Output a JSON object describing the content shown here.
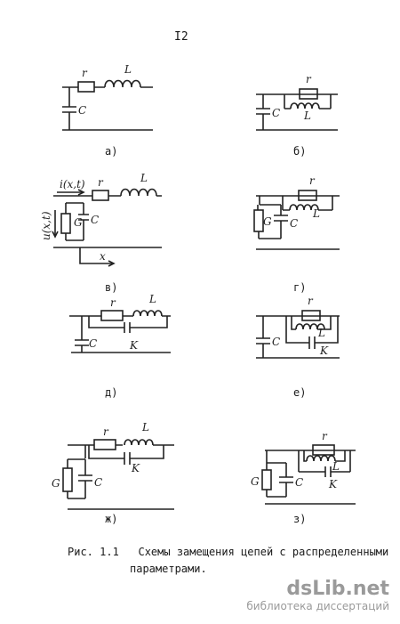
{
  "page_number": "I2",
  "labels": {
    "r": "r",
    "L": "L",
    "C": "C",
    "G": "G",
    "K": "K",
    "i_label": "i(x,t)",
    "u_label": "u(x,t)",
    "x_label": "x"
  },
  "sublabels": [
    "а)",
    "б)",
    "в)",
    "г)",
    "д)",
    "е)",
    "ж)",
    "з)"
  ],
  "caption": {
    "prefix": "Рис. 1.1",
    "line1": "Схемы замещения цепей с распределенными",
    "line2": "параметрами."
  },
  "watermark": {
    "logo": "dsLib.net",
    "subtitle": "библиотека диссертаций"
  }
}
